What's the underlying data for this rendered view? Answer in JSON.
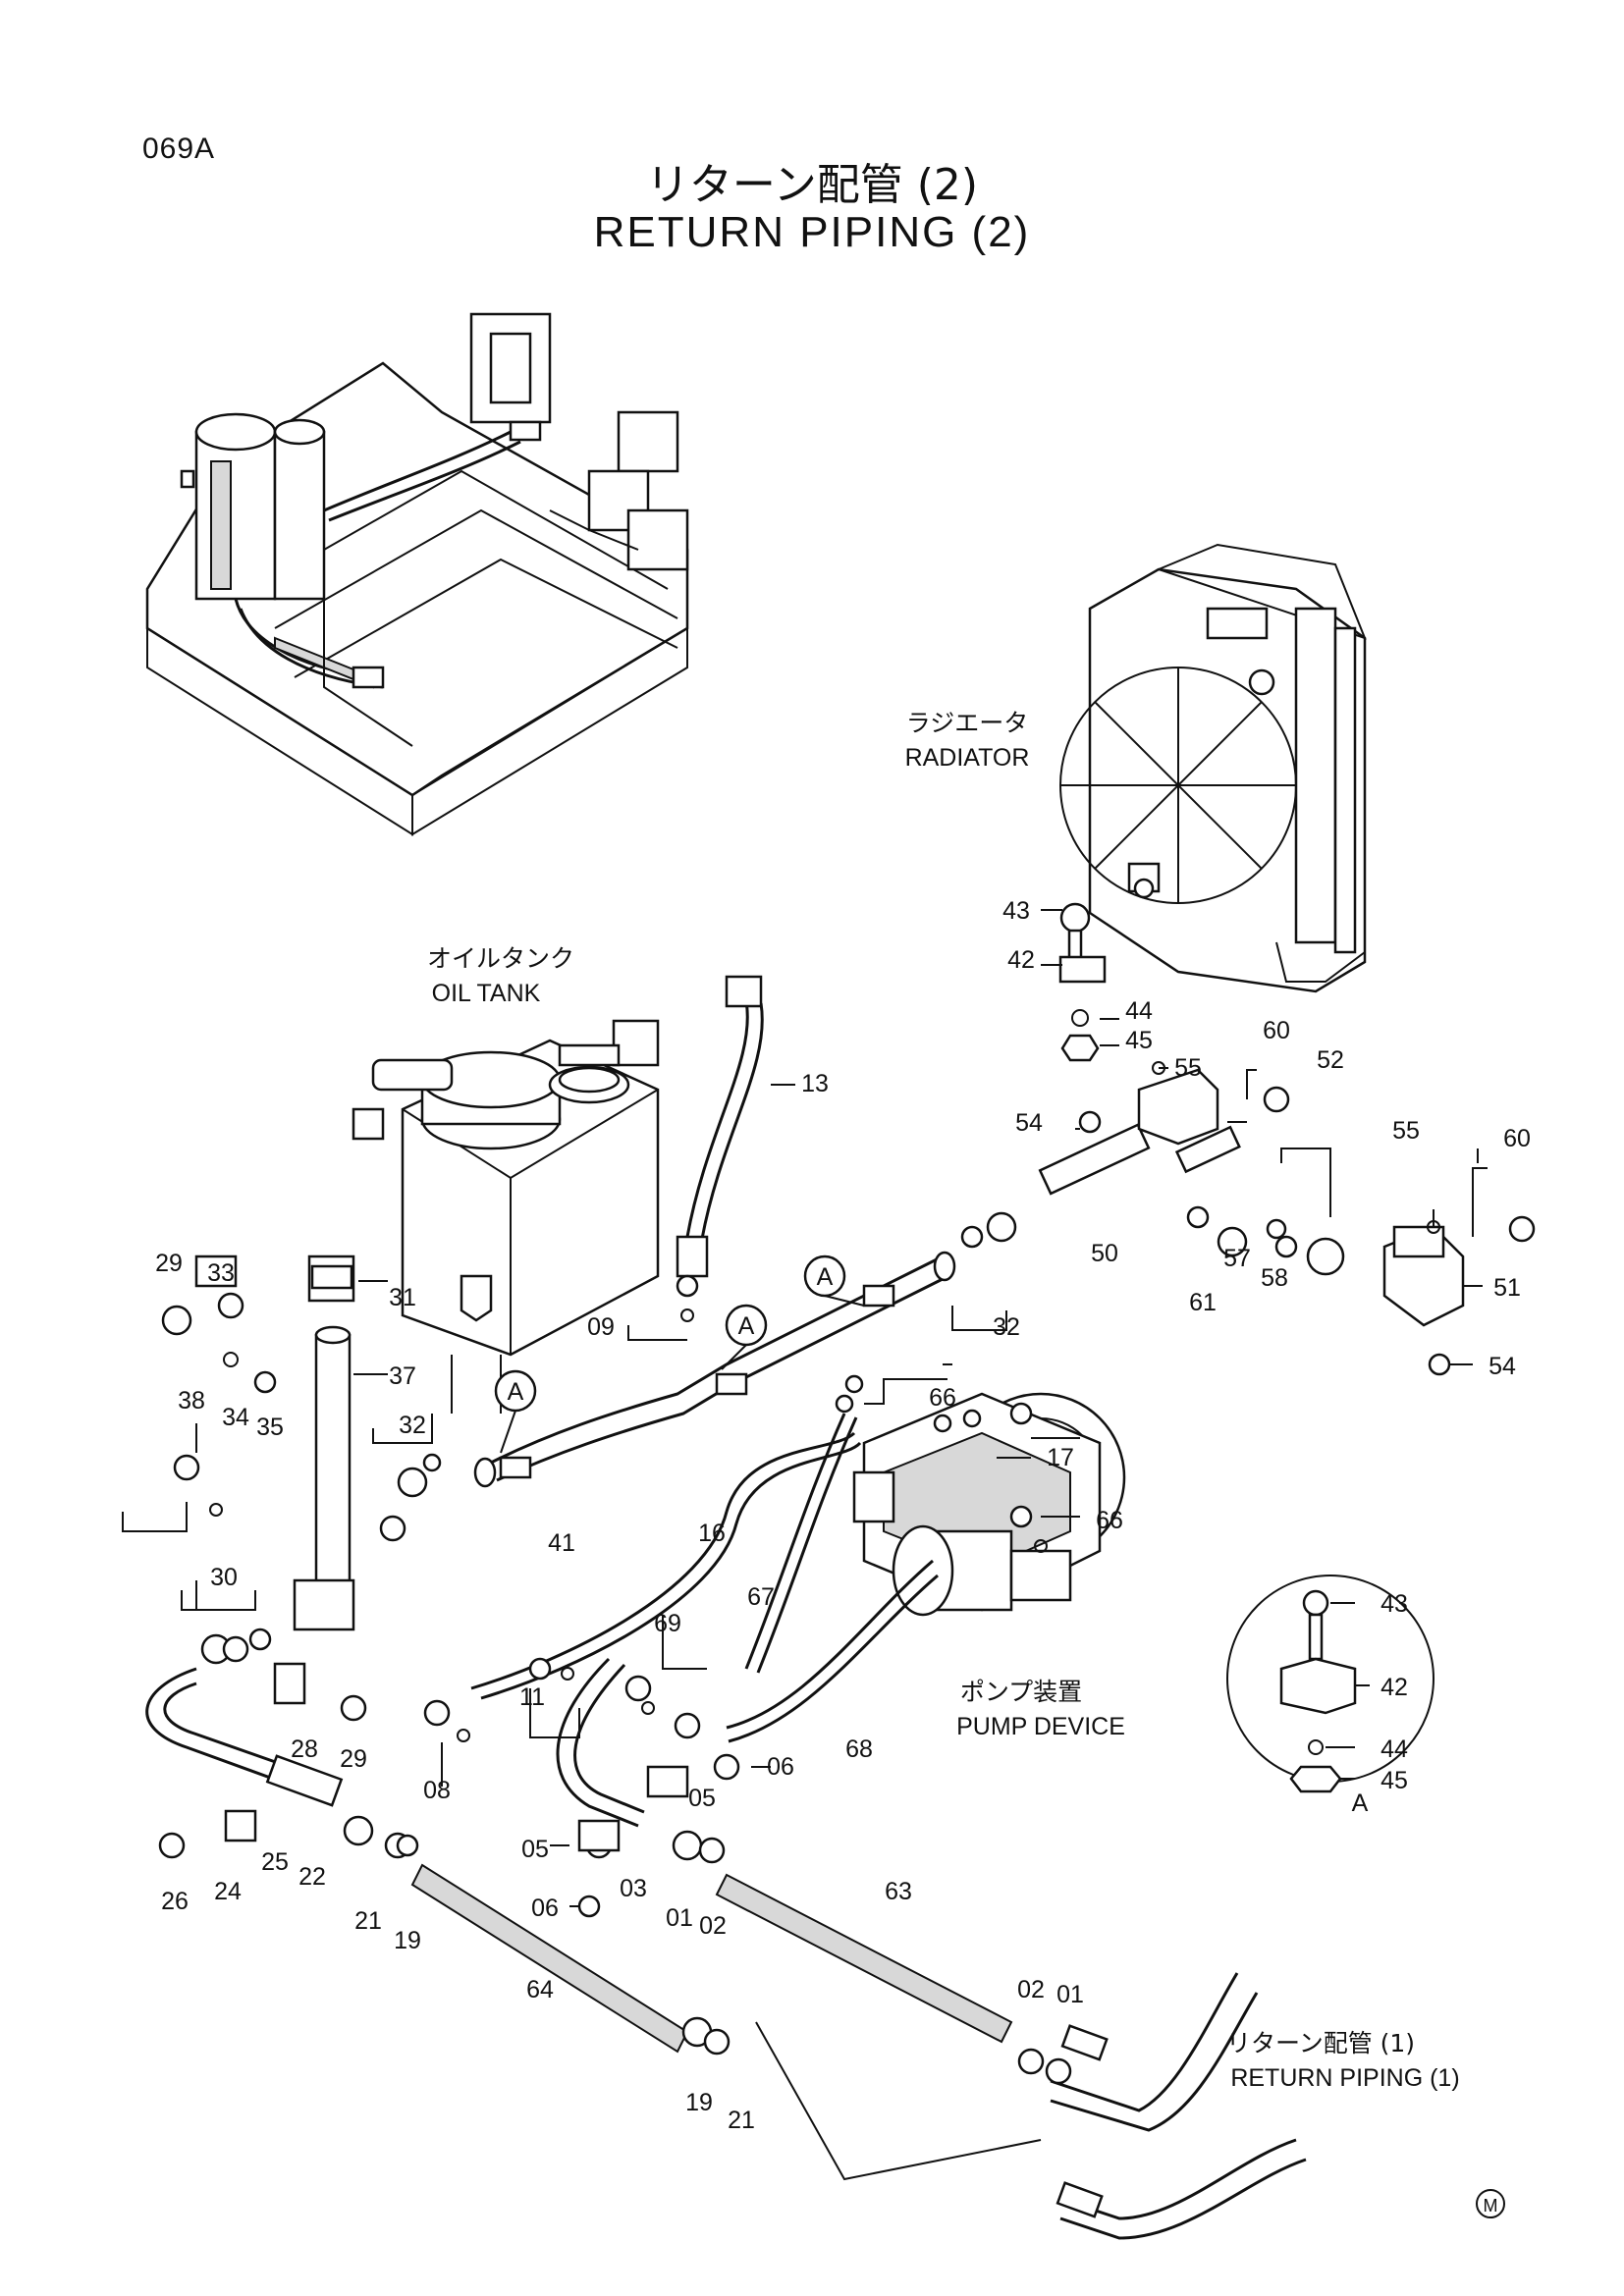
{
  "page_code": "069A",
  "title_jp": "リターン配管 (2)",
  "title_en": "RETURN PIPING (2)",
  "components": {
    "radiator_jp": "ラジエータ",
    "radiator_en": "RADIATOR",
    "oil_tank_jp": "オイルタンク",
    "oil_tank_en": "OIL TANK",
    "pump_jp": "ポンプ装置",
    "pump_en": "PUMP DEVICE",
    "return1_jp": "リターン配管 (1)",
    "return1_en": "RETURN PIPING (1)"
  },
  "detail_label": "A",
  "corner_mark": "M",
  "part_labels": [
    {
      "id": "p43",
      "text": "43"
    },
    {
      "id": "p42",
      "text": "42"
    },
    {
      "id": "p44",
      "text": "44"
    },
    {
      "id": "p45",
      "text": "45"
    },
    {
      "id": "p55a",
      "text": "55"
    },
    {
      "id": "p60a",
      "text": "60"
    },
    {
      "id": "p54a",
      "text": "54"
    },
    {
      "id": "p52",
      "text": "52"
    },
    {
      "id": "p55b",
      "text": "55"
    },
    {
      "id": "p60b",
      "text": "60"
    },
    {
      "id": "p50",
      "text": "50"
    },
    {
      "id": "p57",
      "text": "57"
    },
    {
      "id": "p58",
      "text": "58"
    },
    {
      "id": "p61",
      "text": "61"
    },
    {
      "id": "p51",
      "text": "51"
    },
    {
      "id": "p54b",
      "text": "54"
    },
    {
      "id": "p13",
      "text": "13"
    },
    {
      "id": "p32a",
      "text": "32"
    },
    {
      "id": "p09",
      "text": "09"
    },
    {
      "id": "p29a",
      "text": "29"
    },
    {
      "id": "p33",
      "text": "33"
    },
    {
      "id": "p31",
      "text": "31"
    },
    {
      "id": "p37",
      "text": "37"
    },
    {
      "id": "p34",
      "text": "34"
    },
    {
      "id": "p35",
      "text": "35"
    },
    {
      "id": "p38",
      "text": "38"
    },
    {
      "id": "p32b",
      "text": "32"
    },
    {
      "id": "p41",
      "text": "41"
    },
    {
      "id": "p66a",
      "text": "66"
    },
    {
      "id": "p17",
      "text": "17"
    },
    {
      "id": "p66b",
      "text": "66"
    },
    {
      "id": "p16",
      "text": "16"
    },
    {
      "id": "p67",
      "text": "67"
    },
    {
      "id": "p30",
      "text": "30"
    },
    {
      "id": "p69",
      "text": "69"
    },
    {
      "id": "p11",
      "text": "11"
    },
    {
      "id": "p08",
      "text": "08"
    },
    {
      "id": "p28",
      "text": "28"
    },
    {
      "id": "p29b",
      "text": "29"
    },
    {
      "id": "p68",
      "text": "68"
    },
    {
      "id": "p06a",
      "text": "06"
    },
    {
      "id": "p05a",
      "text": "05"
    },
    {
      "id": "p05b",
      "text": "05"
    },
    {
      "id": "p06b",
      "text": "06"
    },
    {
      "id": "p03",
      "text": "03"
    },
    {
      "id": "p01a",
      "text": "01"
    },
    {
      "id": "p02a",
      "text": "02"
    },
    {
      "id": "p26",
      "text": "26"
    },
    {
      "id": "p24",
      "text": "24"
    },
    {
      "id": "p25",
      "text": "25"
    },
    {
      "id": "p22",
      "text": "22"
    },
    {
      "id": "p21a",
      "text": "21"
    },
    {
      "id": "p19a",
      "text": "19"
    },
    {
      "id": "p63",
      "text": "63"
    },
    {
      "id": "p64",
      "text": "64"
    },
    {
      "id": "p02b",
      "text": "02"
    },
    {
      "id": "p01b",
      "text": "01"
    },
    {
      "id": "p19b",
      "text": "19"
    },
    {
      "id": "p21b",
      "text": "21"
    },
    {
      "id": "d43",
      "text": "43"
    },
    {
      "id": "d42",
      "text": "42"
    },
    {
      "id": "d44",
      "text": "44"
    },
    {
      "id": "d45",
      "text": "45"
    }
  ]
}
